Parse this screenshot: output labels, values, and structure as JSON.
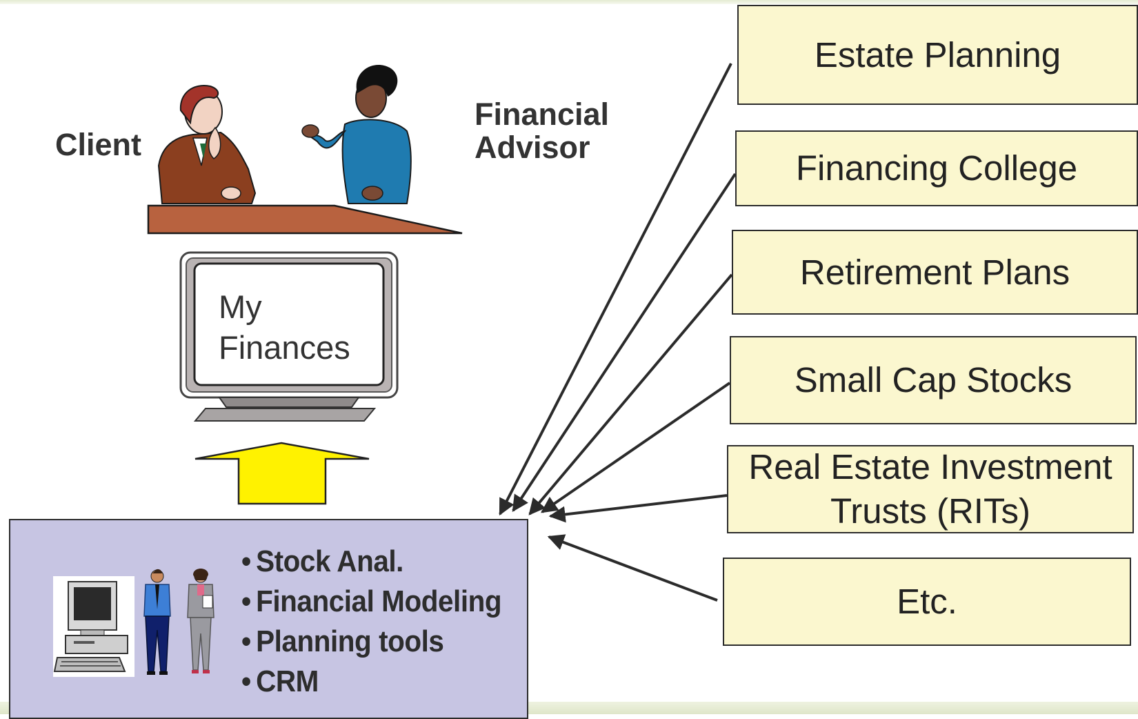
{
  "people": {
    "client_label": "Client",
    "advisor_label_line1": "Financial",
    "advisor_label_line2": "Advisor"
  },
  "monitor": {
    "line1": "My",
    "line2": "Finances"
  },
  "topics": [
    {
      "label": "Estate Planning"
    },
    {
      "label": "Financing College"
    },
    {
      "label": "Retirement Plans"
    },
    {
      "label": "Small Cap Stocks"
    },
    {
      "label_line1": "Real Estate Investment",
      "label_line2": "Trusts (RITs)"
    },
    {
      "label": "Etc."
    }
  ],
  "tools": {
    "bullet": "•",
    "items": [
      "Stock Anal.",
      "Financial Modeling",
      "Planning tools",
      "CRM"
    ]
  },
  "colors": {
    "topic_fill": "#fbf7cf",
    "tools_fill": "#c7c5e3",
    "up_arrow": "#fff200",
    "desk": "#b8623f",
    "advisor_dress": "#1f7bb0",
    "client_jacket": "#8b3f1f"
  }
}
